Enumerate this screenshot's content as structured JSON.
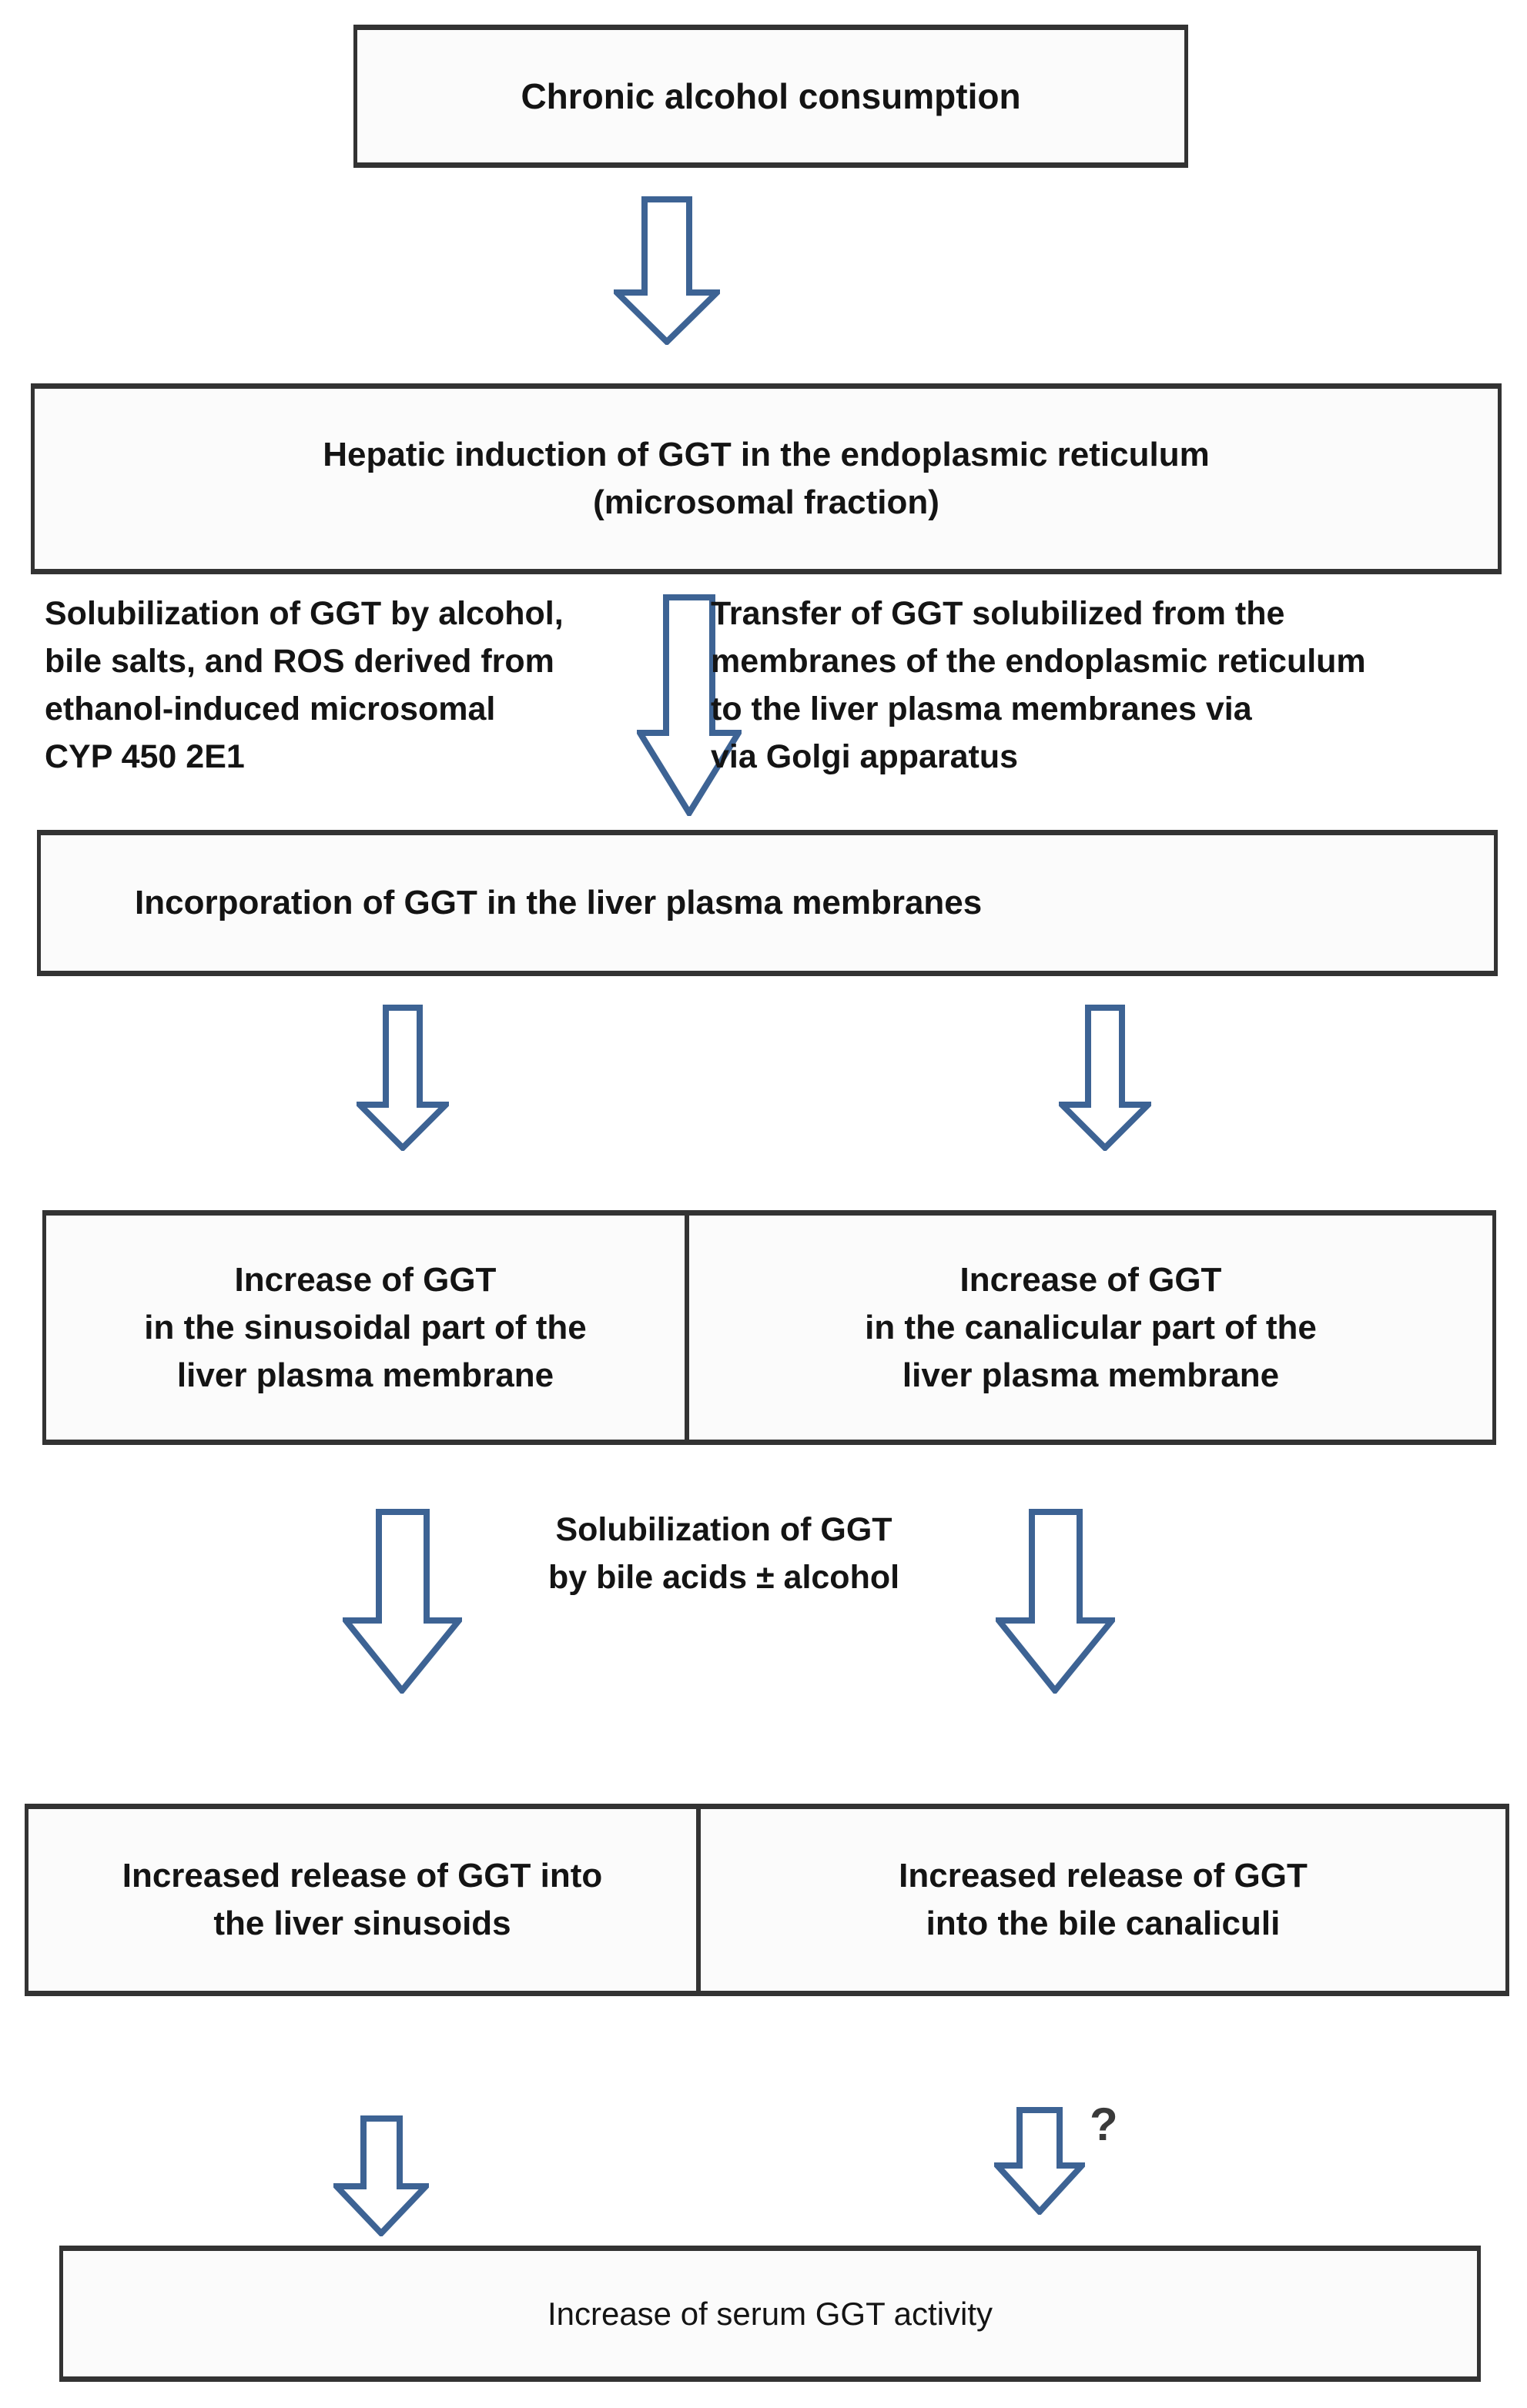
{
  "palette": {
    "page_bg": "#ffffff",
    "box_fill": "#fbfbfb",
    "box_border": "#333333",
    "text": "#141414",
    "arrow_stroke": "#3d6394",
    "arrow_fill": "#ffffff",
    "question_mark": "#3a3a3a"
  },
  "icons": {
    "down_arrow": "hollow block arrow pointing down"
  },
  "nodes": {
    "chronic": {
      "text": "Chronic alcohol consumption"
    },
    "hepatic": {
      "text": "Hepatic induction of GGT in the endoplasmic reticulum\n(microsomal fraction)"
    },
    "solubilization_side": {
      "text": "Solubilization of GGT by alcohol,\nbile salts, and ROS derived from\nethanol-induced microsomal\nCYP 450 2E1"
    },
    "transfer_side": {
      "text": "Transfer of GGT solubilized from the\nmembranes of the endoplasmic reticulum\nto the liver plasma membranes via\nvia Golgi apparatus"
    },
    "incorporation": {
      "text": "Incorporation of GGT in the liver plasma membranes"
    },
    "increase_sinusoidal": {
      "text": "Increase of GGT\nin the sinusoidal part of the\nliver plasma membrane"
    },
    "increase_canalicular": {
      "text": "Increase of GGT\nin the canalicular part of the\nliver plasma membrane"
    },
    "solubilization_mid": {
      "text": "Solubilization of GGT\nby bile acids ± alcohol"
    },
    "release_sinusoids": {
      "text": "Increased release of GGT into\nthe liver sinusoids"
    },
    "release_canaliculi": {
      "text": "Increased release of GGT\ninto the bile canaliculi"
    },
    "serum": {
      "text": "Increase of serum GGT activity"
    },
    "uncertainty_marker": {
      "text": "?"
    }
  }
}
